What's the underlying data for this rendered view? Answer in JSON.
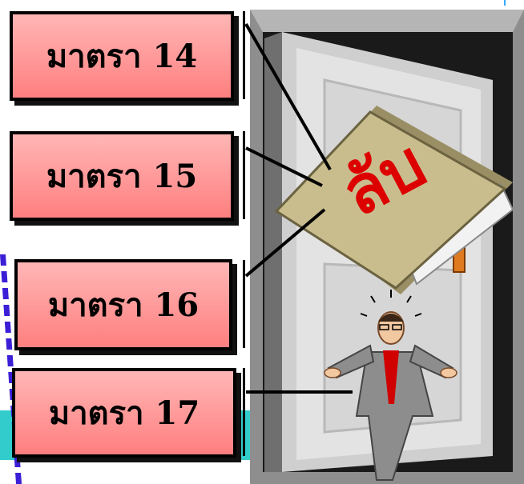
{
  "labels": {
    "section_14": "มาตรา 14",
    "section_15": "มาตรา 15",
    "section_16": "มาตรา 16",
    "section_17": "มาตรา 17"
  },
  "folder_stamp": "ลับ",
  "colors": {
    "box_fill_top": "#ffb6b6",
    "box_fill_bottom": "#ff7f7f",
    "band": "#33cccc",
    "dashed_line": "#3a1fd6",
    "stamp": "#dd0000",
    "folder": "#c9bd8e"
  }
}
